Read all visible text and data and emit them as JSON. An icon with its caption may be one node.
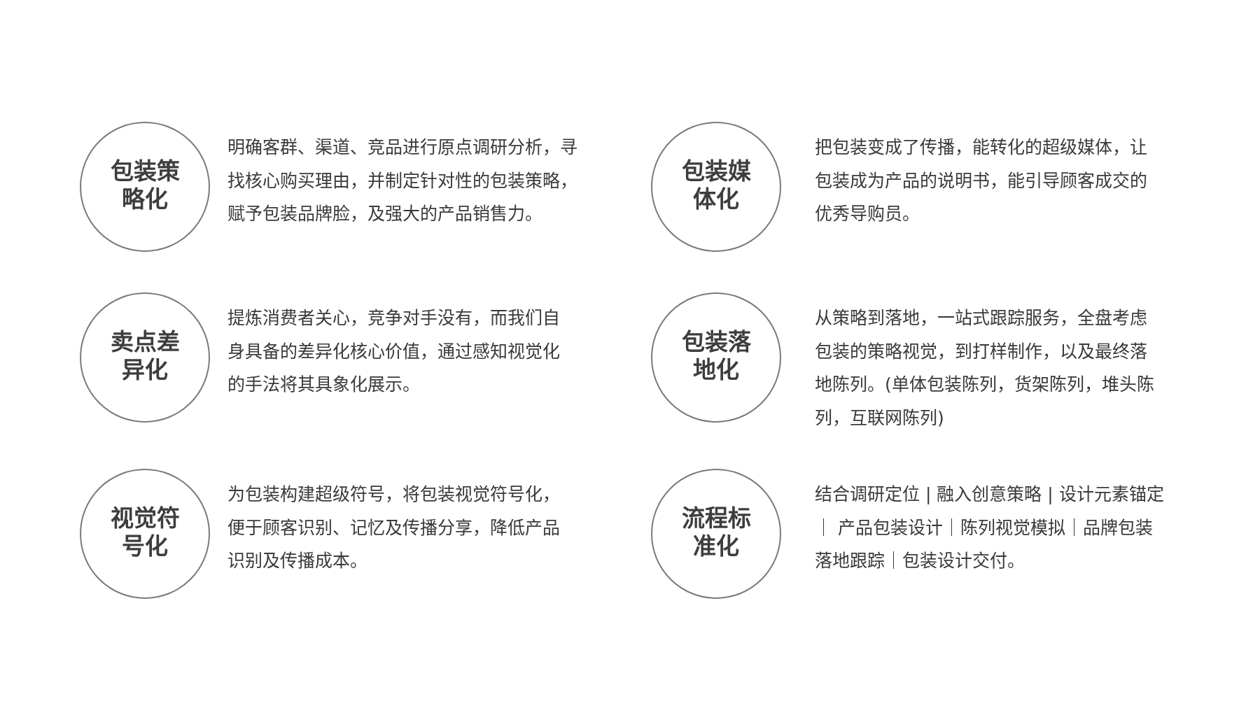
{
  "diagram": {
    "nodes": [
      {
        "text": [
          "包装策略化"
        ],
        "beside": [
          "明确客群、渠道、竞品进行原点调研分析，寻找核心购买理由，并制定针对性的包装策略，赋予包装品牌脸，及强大的产品销售力。"
        ]
      },
      {
        "text": [
          "包装媒体化"
        ],
        "beside": [
          "把包装变成了传播，能转化的超级媒体，让包装成为产品的说明书，能引导顾客成交的优秀导购员。"
        ]
      },
      {
        "text": [
          "卖点差异化"
        ],
        "beside": [
          "提炼消费者关心，竞争对手没有，而我们自身具备的差异化核心价值，通过感知视觉化的手法将其具象化展示。"
        ]
      },
      {
        "text": [
          "包装落地化"
        ],
        "beside": [
          "从策略到落地，一站式跟踪服务，全盘考虑包装的策略视觉，到打样制作，以及最终落地陈列。(单体包装陈列，货架陈列，堆头陈列，互联网陈列)"
        ]
      },
      {
        "text": [
          "视觉符号化"
        ],
        "beside": [
          "为包装构建超级符号，将包装视觉符号化，便于顾客识别、记忆及传播分享，降低产品识别及传播成本。"
        ]
      },
      {
        "text": [
          "流程标准化"
        ],
        "beside": [
          "结合调研定位 | 融入创意策略 | 设计元素锚定｜ 产品包装设计｜陈列视觉模拟｜品牌包装落地跟踪｜包装设计交付。"
        ]
      }
    ]
  }
}
